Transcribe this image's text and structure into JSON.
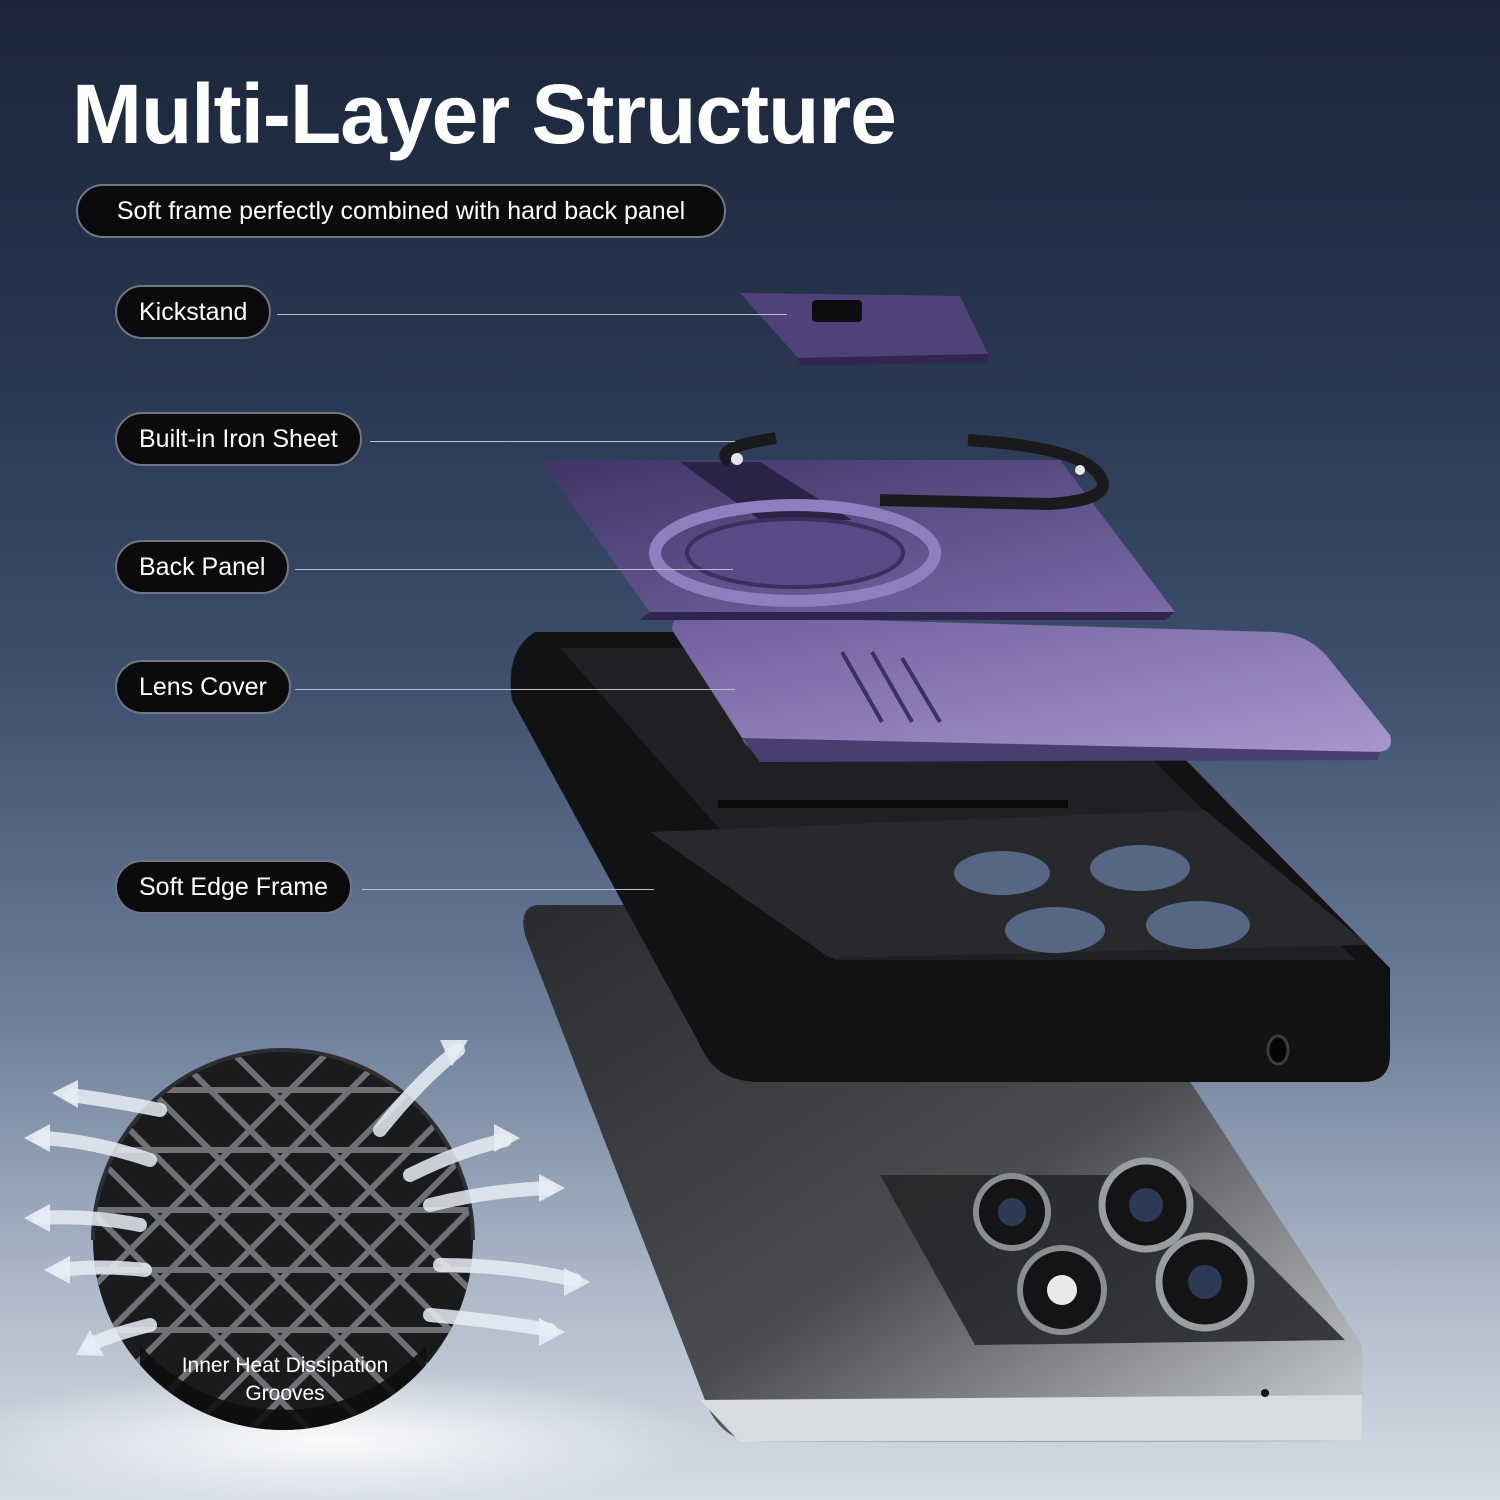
{
  "title": "Multi-Layer Structure",
  "subtitle": "Soft frame perfectly combined with hard back panel",
  "labels": {
    "kickstand": "Kickstand",
    "iron_sheet": "Built-in Iron Sheet",
    "back_panel": "Back Panel",
    "lens_cover": "Lens Cover",
    "soft_edge_frame": "Soft Edge Frame"
  },
  "heat_label": "Inner Heat Dissipation Grooves",
  "colors": {
    "accent_purple": "#5a4a86",
    "frame_black": "#121214",
    "phone_silver": "#bfc3c8"
  }
}
